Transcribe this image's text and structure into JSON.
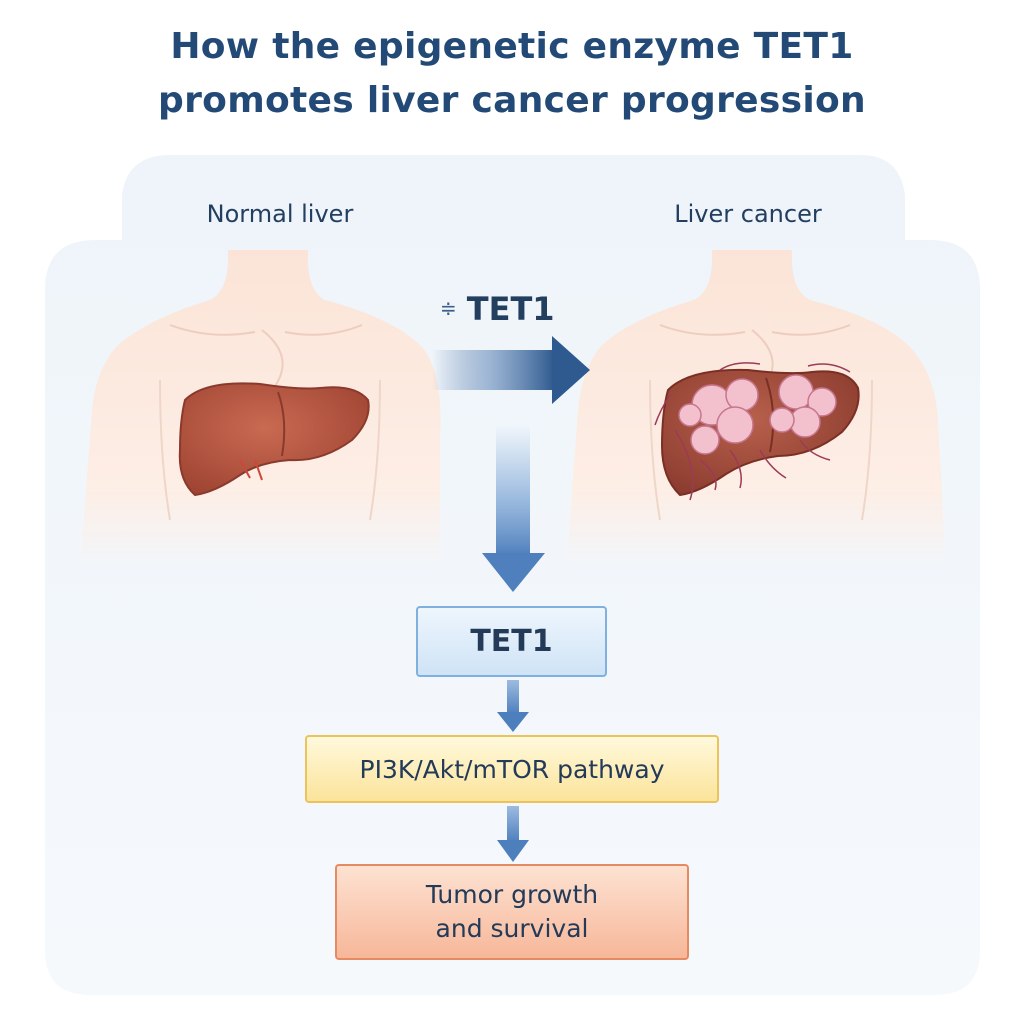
{
  "title": {
    "line1": "How the epigenetic enzyme TET1",
    "line2": "promotes liver cancer progression"
  },
  "panels": {
    "normal_label": "Normal liver",
    "cancer_label": "Liver cancer"
  },
  "arrow_label": {
    "symbol": "≑",
    "text": "TET1"
  },
  "flow": {
    "box1": "TET1",
    "box2": "PI3K/Akt/mTOR pathway",
    "box3_line1": "Tumor growth",
    "box3_line2": "and survival"
  },
  "colors": {
    "title": "#234a76",
    "arrow": "#2f5a8f",
    "liver": "#b85a44",
    "tumor": "#f3b9c8",
    "skin": "#fbe7dc",
    "box1_fill": "#d9eaf8",
    "box2_fill": "#fdeeb4",
    "box3_fill": "#f9c7ad"
  }
}
